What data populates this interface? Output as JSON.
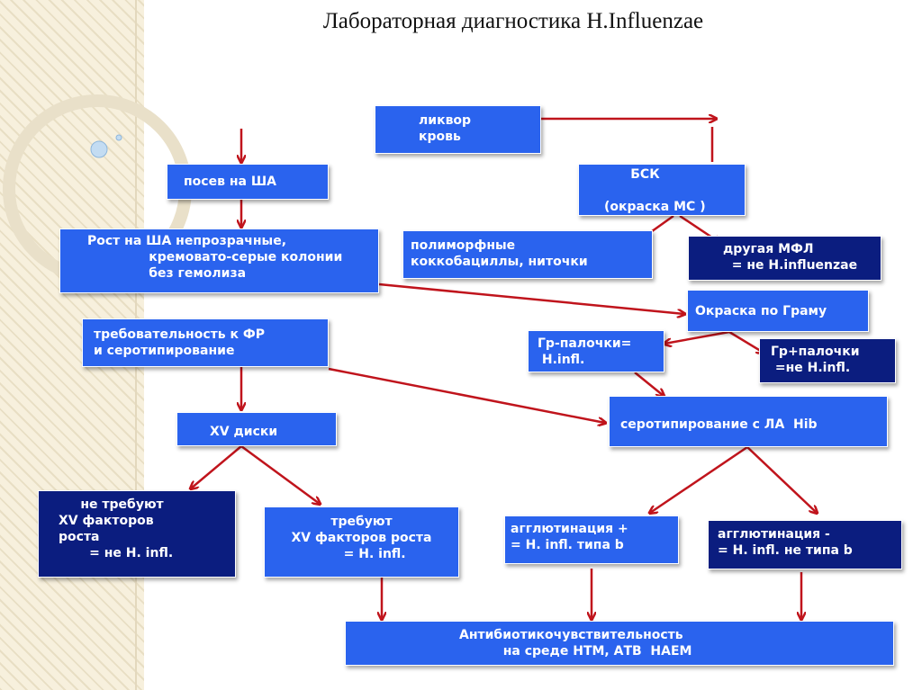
{
  "title": "Лабораторная диагностика H.Influenzae",
  "colors": {
    "box_blue": "#2a63ee",
    "box_navy": "#0b1d7f",
    "arrow": "#c0141c"
  },
  "boxes": {
    "likvor": "ликвор\nкровь",
    "posev": "посев на ША",
    "rost": "Рост на ША непрозрачные,\n              кремовато-серые колонии\n              без гемолиза",
    "bsk": "      БСК\n\n(окраска МС )",
    "polimorf": "полиморфные\nкоккобациллы, ниточки",
    "drugaya": "другая МФЛ\n  = не H.influenzae",
    "gram": "Окраска по Граму",
    "trebov": "требовательность к ФР\nи серотипирование",
    "gr_neg": "Гр-палочки=\n H.infl.",
    "gr_pos": "Гр+палочки\n =не H.infl.",
    "xv": "XV диски",
    "serotip": "серотипирование с ЛА  Hib",
    "ne_treb": "     не требуют\nXV факторов\nроста\n       = не H. infl.",
    "treb": "требуют\nXV факторов роста\n      = H. infl.",
    "aggl_pos": "агглютинация +\n= H. infl. типа b",
    "aggl_neg": "агглютинация -\n= H. infl. не типа b",
    "antibio": "Антибиотикочувствительность\n          на среде HTM, АТВ  НАЕМ"
  }
}
